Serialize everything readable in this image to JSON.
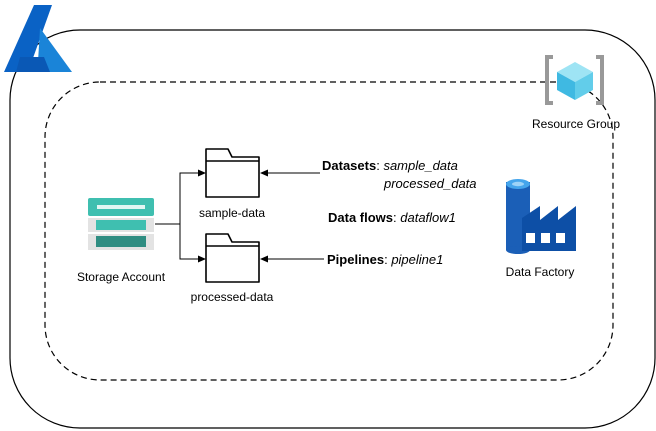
{
  "nodes": {
    "resource_group": {
      "label": "Resource Group",
      "icon": "resource-group-icon"
    },
    "storage_account": {
      "label": "Storage Account",
      "icon": "storage-account-icon"
    },
    "sample_folder": {
      "label": "sample-data",
      "icon": "folder-icon"
    },
    "processed_folder": {
      "label": "processed-data",
      "icon": "folder-icon"
    },
    "data_factory": {
      "label": "Data Factory",
      "icon": "data-factory-icon"
    },
    "azure_logo": {
      "icon": "azure-logo-icon"
    }
  },
  "annotations": {
    "datasets": {
      "key": "Datasets",
      "sep": ": ",
      "value1": "sample_data",
      "value2": "processed_data"
    },
    "dataflows": {
      "key": "Data flows",
      "sep": ": ",
      "value": "dataflow1"
    },
    "pipelines": {
      "key": "Pipelines",
      "sep": ": ",
      "value": "pipeline1"
    }
  },
  "colors": {
    "azure_blue": "#0a62c5",
    "storage_teal": "#3fbfb0",
    "storage_dark": "#2f8d82",
    "factory_blue": "#1b5fb7",
    "resource_cyan": "#62cdea"
  }
}
